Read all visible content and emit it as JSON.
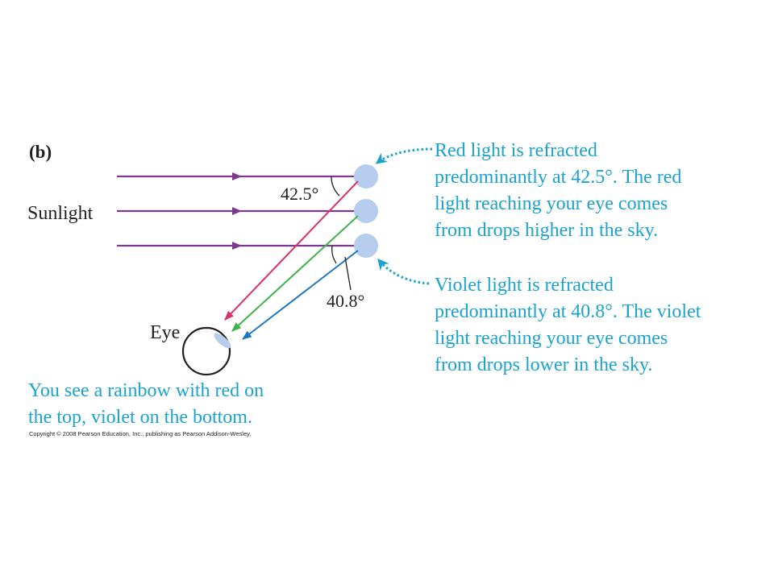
{
  "panel_label": "(b)",
  "sunlight_label": "Sunlight",
  "eye_label": "Eye",
  "angle_red_label": "42.5°",
  "angle_violet_label": "40.8°",
  "red_callout": [
    "Red light is refracted",
    "predominantly at 42.5°. The red",
    "light reaching your eye comes",
    "from drops higher in the sky."
  ],
  "violet_callout": [
    "Violet light is refracted",
    "predominantly at 40.8°. The violet",
    "light reaching your eye comes",
    "from drops lower in the sky."
  ],
  "bottom_caption": [
    "You see a rainbow with red on",
    "the top, violet on the bottom."
  ],
  "copyright": "Copyright © 2008 Pearson Education, Inc., publishing as Pearson Addison-Wesley.",
  "colors": {
    "sunlight_ray": "#7b3a8c",
    "red_ray": "#d9336a",
    "green_ray": "#3db34a",
    "blue_ray": "#1f78c1",
    "drop_fill": "#b7cdee",
    "callout_text": "#1aa3cf",
    "label_text": "#231f20"
  }
}
